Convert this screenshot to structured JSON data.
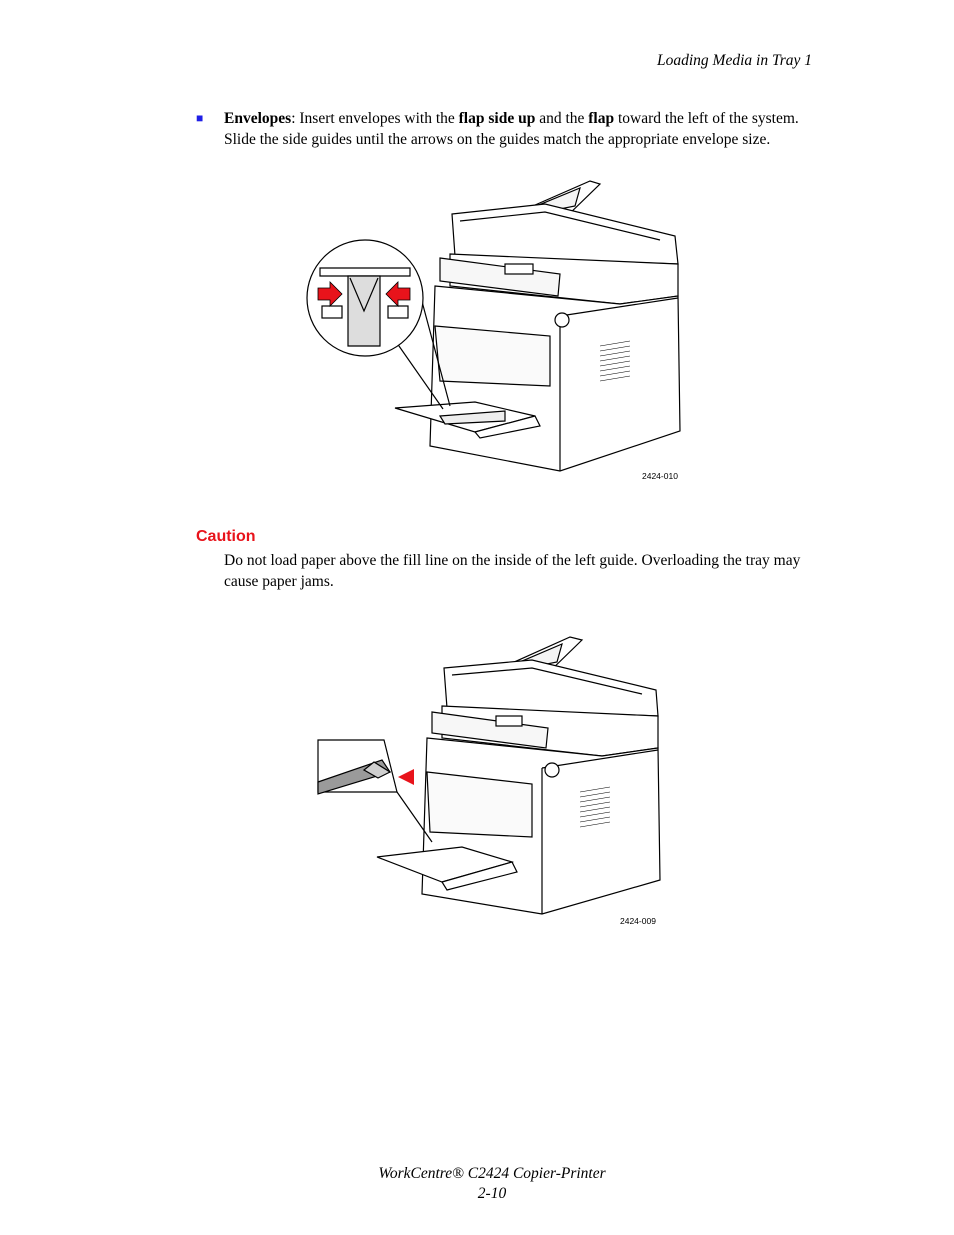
{
  "header": {
    "section_title": "Loading Media in Tray 1"
  },
  "bullet": {
    "term": "Envelopes",
    "t1": ": Insert envelopes with the ",
    "b1": "flap side up",
    "t2": " and the ",
    "b2": "flap",
    "t3": " toward the left of the system. Slide the side guides until the arrows on the guides match the appropriate envelope size."
  },
  "figures": [
    {
      "id": "2424-010"
    },
    {
      "id": "2424-009"
    }
  ],
  "caution": {
    "title": "Caution",
    "text": "Do not load paper above the fill line on the inside of the left guide. Overloading the tray may cause paper jams."
  },
  "footer": {
    "product": "WorkCentre® C2424 Copier-Printer",
    "page": "2-10"
  },
  "colors": {
    "bullet": "#1f1fe6",
    "caution": "#e8131b",
    "arrow": "#e8131b"
  }
}
